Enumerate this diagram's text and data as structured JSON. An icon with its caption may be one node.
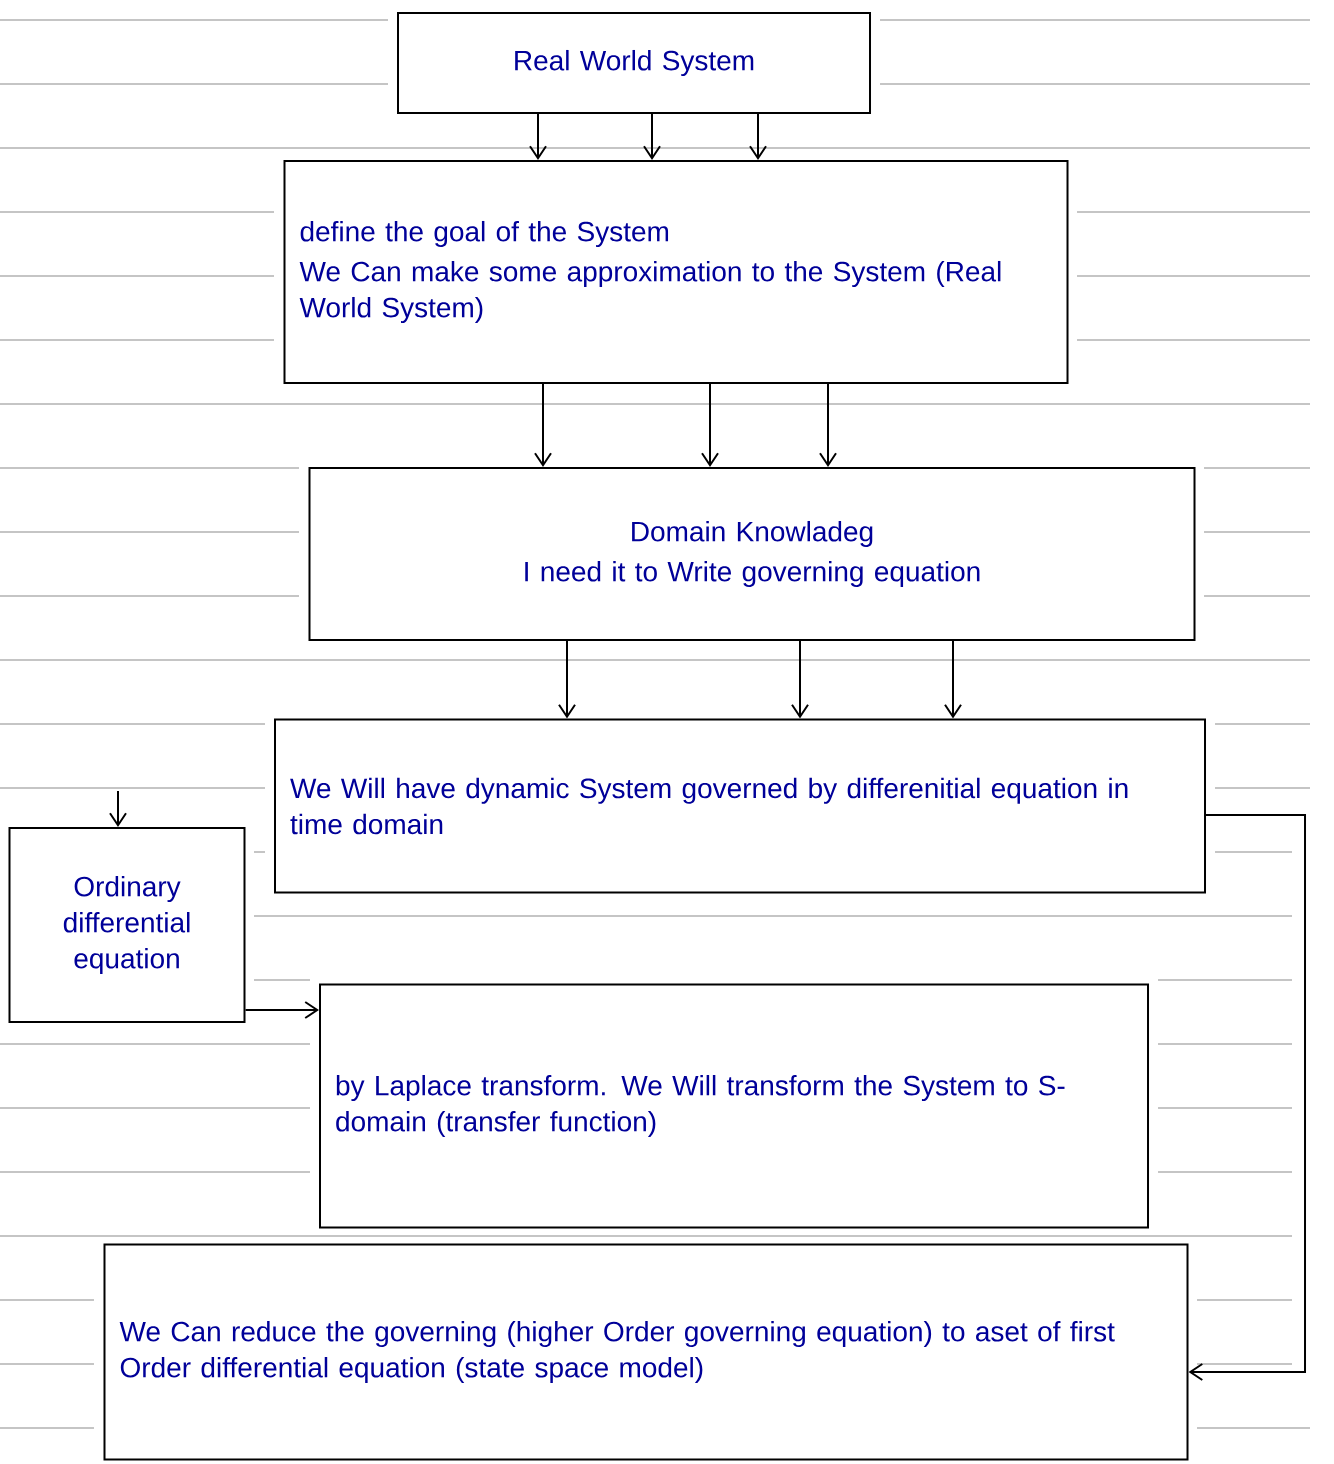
{
  "diagram": {
    "nodes": [
      {
        "text": [
          "Real World System"
        ]
      },
      {
        "text": [
          "define the goal of the System",
          "We Can make some approximation to the System (Real World System)"
        ]
      },
      {
        "text": [
          "Domain Knowladeg",
          "I need it to Write governing equation"
        ]
      },
      {
        "text": [
          "We Will have dynamic System governed by differenitial equation in time domain"
        ]
      },
      {
        "text": [
          "Ordinary differential equation"
        ]
      },
      {
        "text": [
          "by Laplace transform. We Will transform the System to S-domain (transfer function)"
        ]
      },
      {
        "text": [
          "We Can reduce the governing (higher Order governing equation) to aset of first Order differential equation (state space model)"
        ]
      }
    ],
    "edges": [
      {
        "from": 0,
        "to": 1,
        "arrow": "to"
      },
      {
        "from": 0,
        "to": 1,
        "arrow": "to"
      },
      {
        "from": 0,
        "to": 1,
        "arrow": "to"
      },
      {
        "from": 1,
        "to": 2,
        "arrow": "to"
      },
      {
        "from": 1,
        "to": 2,
        "arrow": "to"
      },
      {
        "from": 1,
        "to": 2,
        "arrow": "to"
      },
      {
        "from": 2,
        "to": 3,
        "arrow": "to"
      },
      {
        "from": 2,
        "to": 3,
        "arrow": "to"
      },
      {
        "from": 2,
        "to": 3,
        "arrow": "to"
      },
      {
        "from": null,
        "to": 4,
        "arrow": "to"
      },
      {
        "from": 4,
        "to": 5,
        "arrow": "to"
      },
      {
        "from": 3,
        "to": 6,
        "arrow": "to"
      }
    ]
  }
}
